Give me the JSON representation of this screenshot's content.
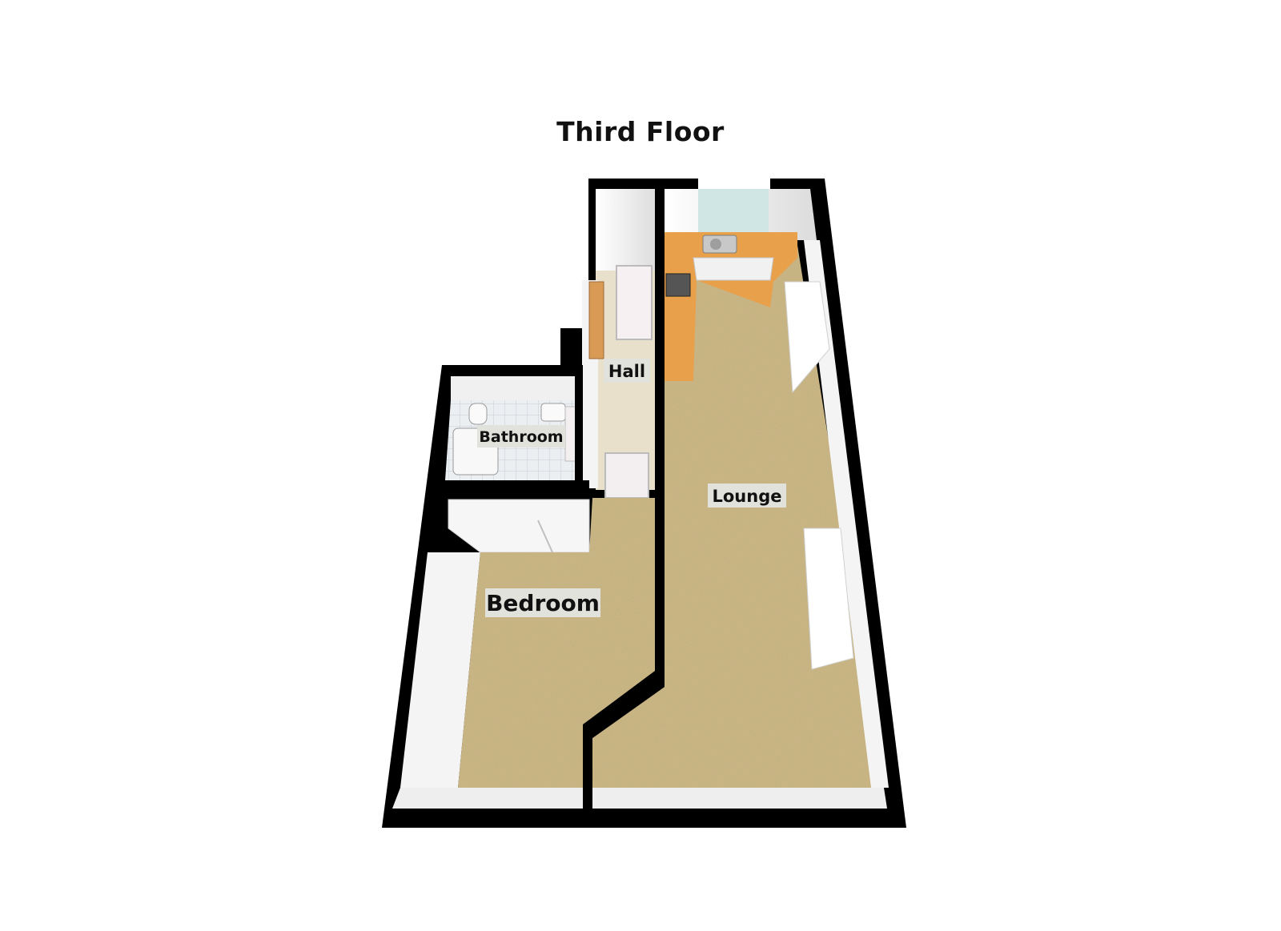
{
  "floor": {
    "title": "Third Floor"
  },
  "rooms": [
    {
      "key": "hall",
      "label": "Hall"
    },
    {
      "key": "bathroom",
      "label": "Bathroom"
    },
    {
      "key": "lounge",
      "label": "Lounge"
    },
    {
      "key": "bedroom",
      "label": "Bedroom"
    }
  ],
  "colors": {
    "wall": "#000000",
    "carpet": "#cdb987",
    "worktop": "#e8a04a",
    "innerWall": "#f2f2f2",
    "tile": "#e9ecef",
    "window": "#cfe6e4",
    "labelBg": "#e2e2dc"
  }
}
